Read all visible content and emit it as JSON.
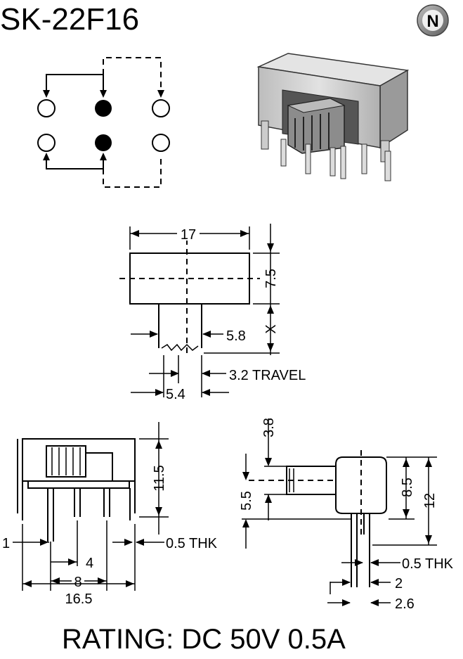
{
  "title": "SK-22F16",
  "logo_letter": "N",
  "rating": "RATING: DC 50V 0.5A",
  "top_view": {
    "width": "17",
    "height": "7.5",
    "actuator_height": "X",
    "actuator_width": "5.8",
    "travel": "3.2 TRAVEL",
    "pitch": "5.4"
  },
  "front_view": {
    "height": "11.5",
    "left_offset": "1",
    "pin_pitch": "4",
    "pin_span": "8",
    "overall_width": "16.5",
    "thickness": "0.5 THK"
  },
  "side_view": {
    "lever_length": "3.8",
    "lever_height": "5.5",
    "body_height": "8.5",
    "overall_height": "12",
    "thickness": "0.5 THK",
    "pin_gap": "2",
    "pin_span": "2.6"
  },
  "colors": {
    "ink": "#000000",
    "body_fill": "#d0d0d0",
    "body_dark": "#555555",
    "logo_fill": "#8a8a8a"
  },
  "icons": {
    "logo": "n-circle-logo",
    "terminal_common": "filled-dot",
    "terminal": "open-dot"
  }
}
